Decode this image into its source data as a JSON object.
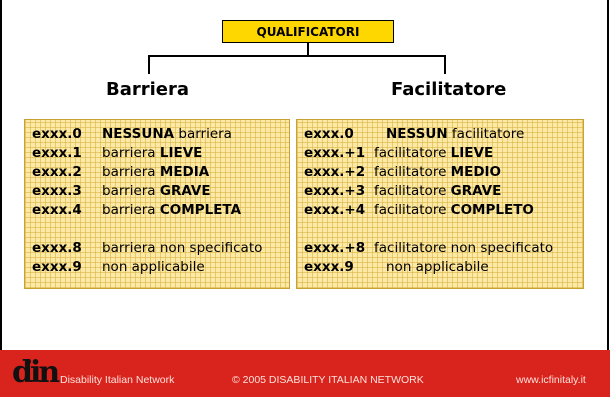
{
  "title": "QUALIFICATORI",
  "left": {
    "heading": "Barriera",
    "rows": [
      {
        "code": "exxx.0",
        "pre": "",
        "bold": "NESSUNA",
        "post": " barriera"
      },
      {
        "code": "exxx.1",
        "pre": "barriera ",
        "bold": "LIEVE",
        "post": ""
      },
      {
        "code": "exxx.2",
        "pre": "barriera ",
        "bold": "MEDIA",
        "post": ""
      },
      {
        "code": "exxx.3",
        "pre": "barriera ",
        "bold": "GRAVE",
        "post": ""
      },
      {
        "code": "exxx.4",
        "pre": "barriera ",
        "bold": "COMPLETA",
        "post": ""
      },
      {
        "code": "exxx.8",
        "pre": "barriera non specificato",
        "bold": "",
        "post": ""
      },
      {
        "code": "exxx.9",
        "pre": "non applicabile",
        "bold": "",
        "post": ""
      }
    ]
  },
  "right": {
    "heading": "Facilitatore",
    "rows": [
      {
        "code": "exxx.0",
        "pre": "",
        "bold": "NESSUN",
        "post": " facilitatore"
      },
      {
        "code": "exxx.+1",
        "pre": "facilitatore ",
        "bold": "LIEVE",
        "post": ""
      },
      {
        "code": "exxx.+2",
        "pre": "facilitatore ",
        "bold": "MEDIO",
        "post": ""
      },
      {
        "code": "exxx.+3",
        "pre": "facilitatore ",
        "bold": "GRAVE",
        "post": ""
      },
      {
        "code": "exxx.+4",
        "pre": "facilitatore ",
        "bold": "COMPLETO",
        "post": ""
      },
      {
        "code": "exxx.+8",
        "pre": "facilitatore non specificato",
        "bold": "",
        "post": ""
      },
      {
        "code": "exxx.9",
        "pre": "non applicabile",
        "bold": "",
        "post": ""
      }
    ]
  },
  "footer": {
    "logo": "din",
    "left": "Disability Italian Network",
    "center": "© 2005 DISABILITY ITALIAN NETWORK",
    "right": "www.icfinitaly.it"
  },
  "colors": {
    "title_box": "#ffd700",
    "panel": "#fde9a6",
    "footer": "#d9231d"
  }
}
